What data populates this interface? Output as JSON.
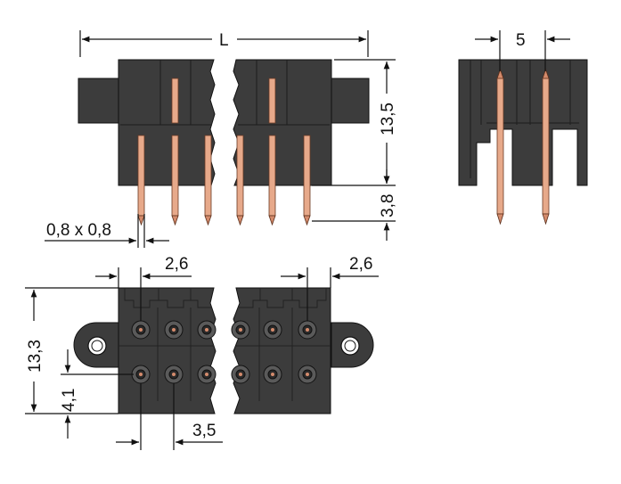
{
  "drawing": {
    "dimensions": {
      "length": "L",
      "height_top": "13,5",
      "pin_length": "3,8",
      "pin_section": "0,8 x 0,8",
      "pitch_side": "5",
      "offset_left": "2,6",
      "offset_right": "2,6",
      "height_bottom": "13,3",
      "row_offset": "4,1",
      "pitch": "3,5"
    },
    "colors": {
      "housing": "#3c3c3c",
      "pin": "#e7a98a",
      "lines": "#111111"
    }
  }
}
